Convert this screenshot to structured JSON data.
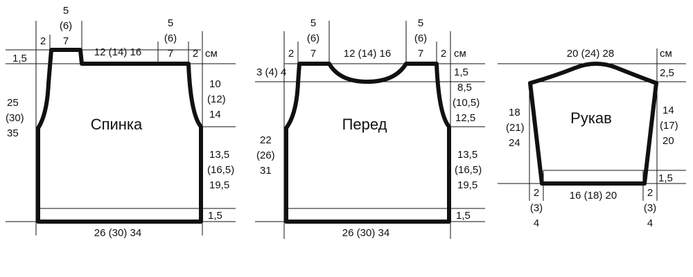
{
  "unit": "см",
  "back": {
    "title": "Спинка",
    "shoulder_top": [
      "5",
      "(6)",
      "7"
    ],
    "shoulder_right": [
      "5",
      "(6)",
      "7"
    ],
    "edge_left": "2",
    "edge_right": "2",
    "neck_width": "12 (14) 16",
    "neck_drop": "1,5",
    "armhole_height": [
      "10",
      "(12)",
      "14"
    ],
    "side_height": [
      "13,5",
      "(16,5)",
      "19,5"
    ],
    "left_height": [
      "25",
      "(30)",
      "35"
    ],
    "hem": "1,5",
    "width": "26 (30) 34"
  },
  "front": {
    "title": "Перед",
    "shoulder_left": [
      "5",
      "(6)",
      "7"
    ],
    "shoulder_right": [
      "5",
      "(6)",
      "7"
    ],
    "edge_left": "2",
    "edge_right": "2",
    "neck_width": "12 (14) 16",
    "neck_side": "3 (4) 4",
    "neck_drop": "1,5",
    "armhole_height": [
      "8,5",
      "(10,5)",
      "12,5"
    ],
    "side_height": [
      "13,5",
      "(16,5)",
      "19,5"
    ],
    "left_height": [
      "22",
      "(26)",
      "31"
    ],
    "hem": "1,5",
    "width": "26 (30) 34"
  },
  "sleeve": {
    "title": "Рукав",
    "top_width": "20 (24) 28",
    "cap_drop": "2,5",
    "left_height": [
      "18",
      "(21)",
      "24"
    ],
    "right_height": [
      "14",
      "(17)",
      "20"
    ],
    "cuff": "1,5",
    "bottom_width": "16 (18) 20",
    "inset_left": [
      "2",
      "(3)",
      "4"
    ],
    "inset_right": [
      "2",
      "(3)",
      "4"
    ]
  }
}
